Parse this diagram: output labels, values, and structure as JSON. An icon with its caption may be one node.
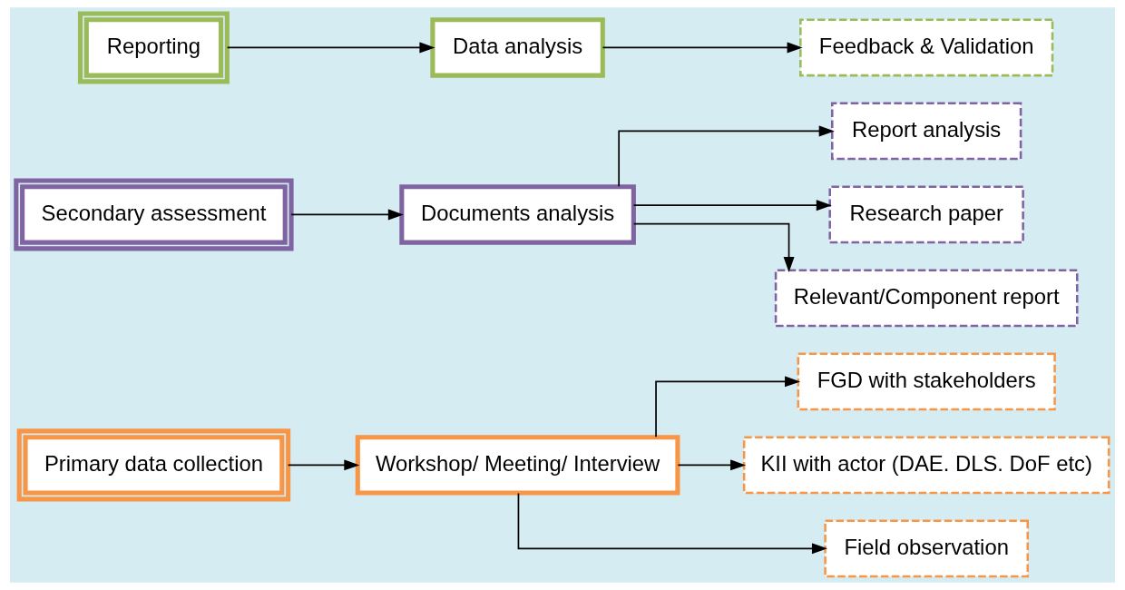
{
  "diagram": {
    "nodes": [
      {
        "text": [
          "Primary data collection"
        ]
      },
      {
        "text": [
          "Workshop/ Meeting/ Interview"
        ]
      },
      {
        "text": [
          "FGD with stakeholders"
        ]
      },
      {
        "text": [
          "KII with actor (DAE. DLS. DoF etc)"
        ]
      },
      {
        "text": [
          "Field observation"
        ]
      },
      {
        "text": [
          "Secondary assessment"
        ]
      },
      {
        "text": [
          "Documents analysis"
        ]
      },
      {
        "text": [
          "Report analysis"
        ]
      },
      {
        "text": [
          "Research paper"
        ]
      },
      {
        "text": [
          "Relevant/Component report"
        ]
      },
      {
        "text": [
          "Reporting"
        ]
      },
      {
        "text": [
          "Data analysis"
        ]
      },
      {
        "text": [
          "Feedback & Validation"
        ]
      }
    ],
    "edges": [
      {
        "from": 0,
        "to": 1,
        "arrow": "to"
      },
      {
        "from": 1,
        "to": 2,
        "arrow": "to"
      },
      {
        "from": 1,
        "to": 3,
        "arrow": "to"
      },
      {
        "from": 1,
        "to": 4,
        "arrow": "to"
      },
      {
        "from": 5,
        "to": 6,
        "arrow": "to"
      },
      {
        "from": 6,
        "to": 7,
        "arrow": "to"
      },
      {
        "from": 6,
        "to": 8,
        "arrow": "to"
      },
      {
        "from": 6,
        "to": 9,
        "arrow": "to"
      },
      {
        "from": 10,
        "to": 11,
        "arrow": "to"
      },
      {
        "from": 11,
        "to": 12,
        "arrow": "to"
      }
    ]
  }
}
